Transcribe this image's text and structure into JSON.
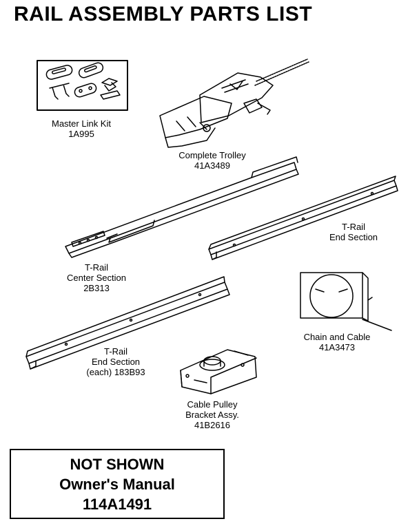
{
  "title": "RAIL ASSEMBLY PARTS LIST",
  "parts": {
    "master_link_kit": {
      "name": "Master Link Kit",
      "number": "1A995"
    },
    "complete_trolley": {
      "name": "Complete Trolley",
      "number": "41A3489"
    },
    "t_rail_end_upper": {
      "name_line1": "T-Rail",
      "name_line2": "End Section"
    },
    "t_rail_center": {
      "name_line1": "T-Rail",
      "name_line2": "Center Section",
      "number": "2B313"
    },
    "chain_and_cable": {
      "name": "Chain and Cable",
      "number": "41A3473"
    },
    "t_rail_end_lower": {
      "name_line1": "T-Rail",
      "name_line2": "End Section",
      "number_line": "(each) 183B93"
    },
    "cable_pulley": {
      "name_line1": "Cable Pulley",
      "name_line2": "Bracket Assy.",
      "number": "41B2616"
    }
  },
  "not_shown": {
    "line1": "NOT SHOWN",
    "line2": "Owner's Manual",
    "line3": "114A1491"
  }
}
